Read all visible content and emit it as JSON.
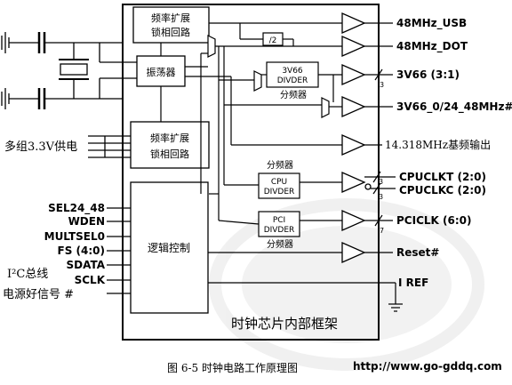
{
  "blocks": {
    "pll_top": [
      "频率扩展",
      "锁相回路"
    ],
    "oscillator": "振荡器",
    "pll_mid": [
      "频率扩展",
      "锁相回路"
    ],
    "div_2": "/2",
    "divider_3v66": [
      "3V66",
      "DIVDER"
    ],
    "divider_3v66_label": "分频器",
    "divider_cpu_label": "分频器",
    "divider_cpu": [
      "CPU",
      "DIVDER"
    ],
    "divider_pci": [
      "PCI",
      "DIVDER"
    ],
    "divider_pci_label": "分频器",
    "logic": "逻辑控制",
    "chip_title": "时钟芯片内部框架"
  },
  "outputs": {
    "usb": "48MHz_USB",
    "dot": "48MHz_DOT",
    "v66": "3V66 (3:1)",
    "v66_48": "3V66_0/24_48MHz#",
    "base": "14.318MHz基频输出",
    "cput": "CPUCLKT (2:0)",
    "cpuc": "CPUCLKC (2:0)",
    "pci": "PCICLK (6:0)",
    "reset": "Reset#",
    "iref": "I REF"
  },
  "bus_widths": {
    "v66": "3",
    "cpu_t": "3",
    "cpu_c": "3",
    "pci": "7"
  },
  "inputs": {
    "power": "多组3.3V供电",
    "sel": "SEL24_48",
    "wden": "WDEN",
    "mult": "MULTSEL0",
    "fs": "FS (4:0)",
    "i2c": "I²C总线",
    "sdata": "SDATA",
    "sclk": "SCLK",
    "pgood": "电源好信号 #"
  },
  "footer": {
    "caption": "图 6-5   时钟电路工作原理图",
    "url": "http://www.go-gddq.com"
  }
}
